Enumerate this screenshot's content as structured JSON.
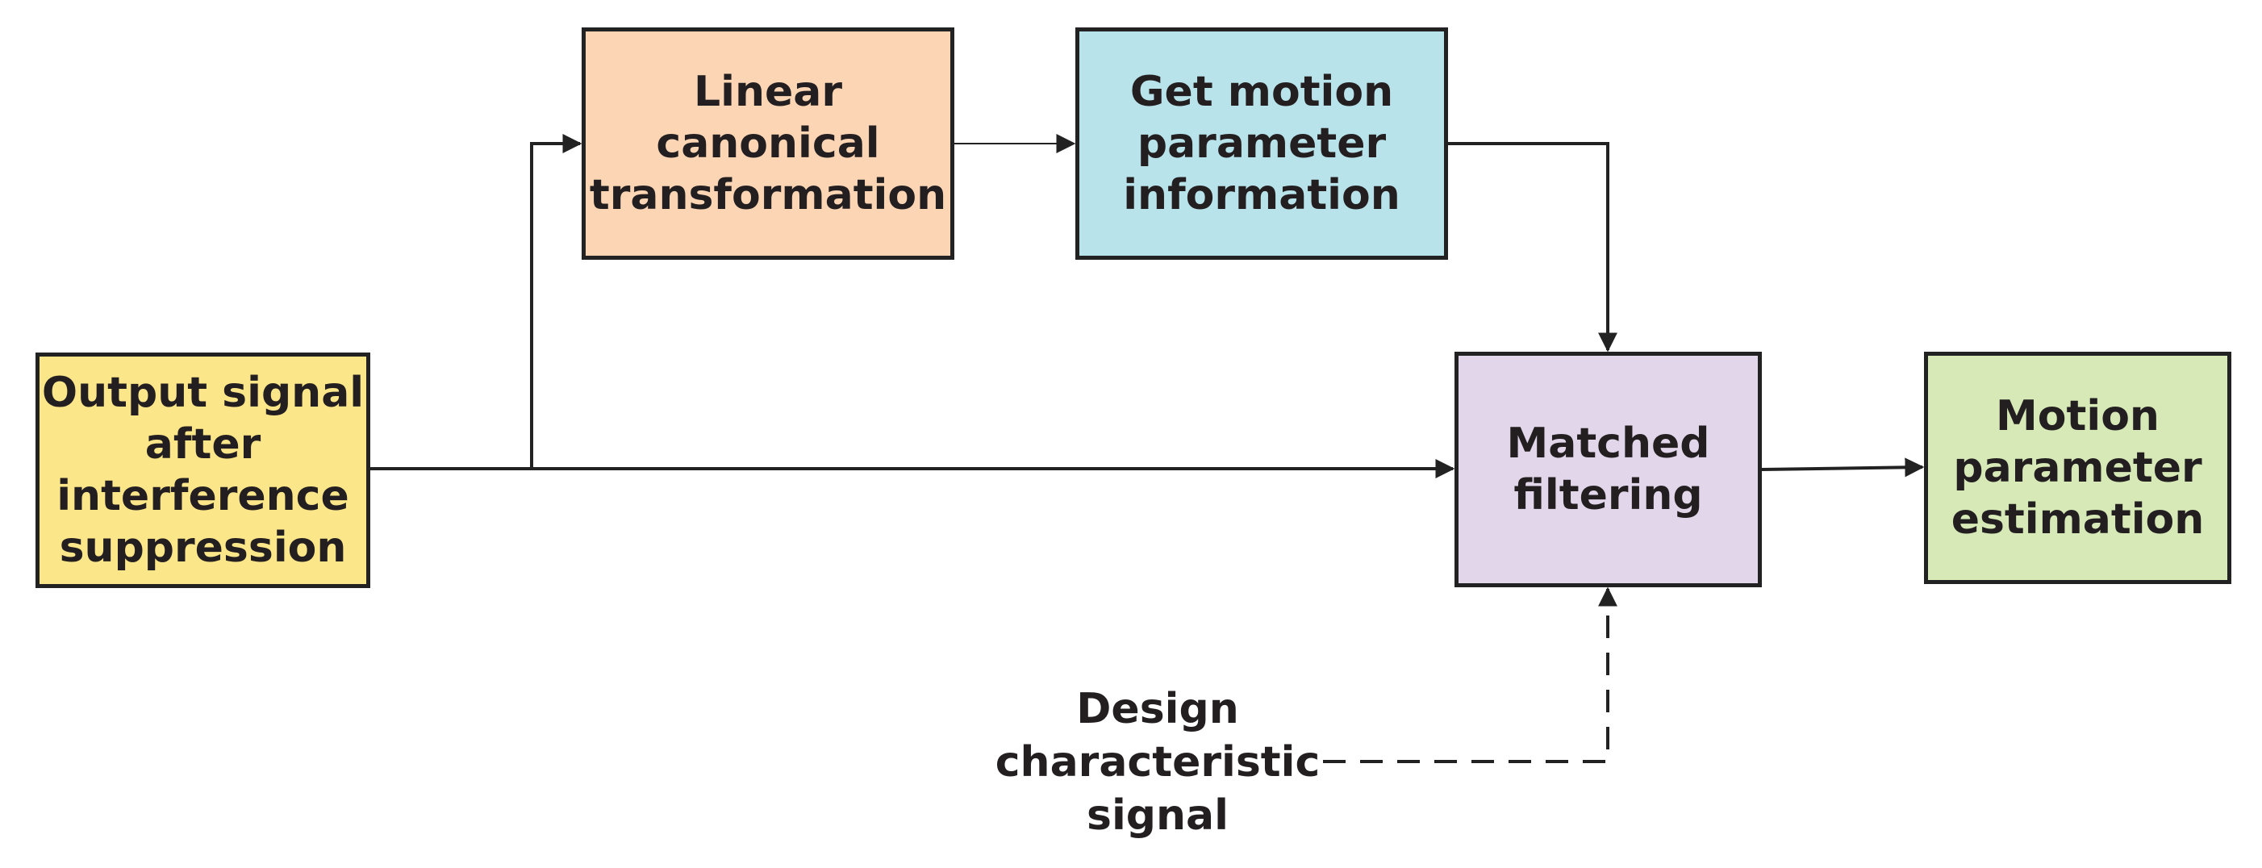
{
  "nodes": {
    "output_signal": {
      "lines": [
        "Output signal",
        "after",
        "interference",
        "suppression"
      ],
      "fill": "#fce68a"
    },
    "linear_canonical": {
      "lines": [
        "Linear",
        "canonical",
        "transformation"
      ],
      "fill": "#fcd5b5"
    },
    "get_motion": {
      "lines": [
        "Get motion",
        "parameter",
        "information"
      ],
      "fill": "#b9e3ea"
    },
    "matched": {
      "lines": [
        "Matched",
        "filtering"
      ],
      "fill": "#e2d6ea"
    },
    "motion_estimation": {
      "lines": [
        "Motion",
        "parameter",
        "estimation"
      ],
      "fill": "#d6e9b7"
    }
  },
  "design_label": {
    "lines": [
      "Design",
      "characteristic",
      "signal"
    ]
  },
  "colors": {
    "stroke": "#222222",
    "text": "#231f20"
  },
  "connectors": [
    {
      "from": "output_signal",
      "to": "matched",
      "style": "solid"
    },
    {
      "from": "output_signal",
      "to": "linear_canonical",
      "style": "solid"
    },
    {
      "from": "linear_canonical",
      "to": "get_motion",
      "style": "solid"
    },
    {
      "from": "get_motion",
      "to": "matched",
      "style": "solid"
    },
    {
      "from": "matched",
      "to": "motion_estimation",
      "style": "solid"
    },
    {
      "from": "design_label",
      "to": "matched",
      "style": "dashed"
    }
  ]
}
